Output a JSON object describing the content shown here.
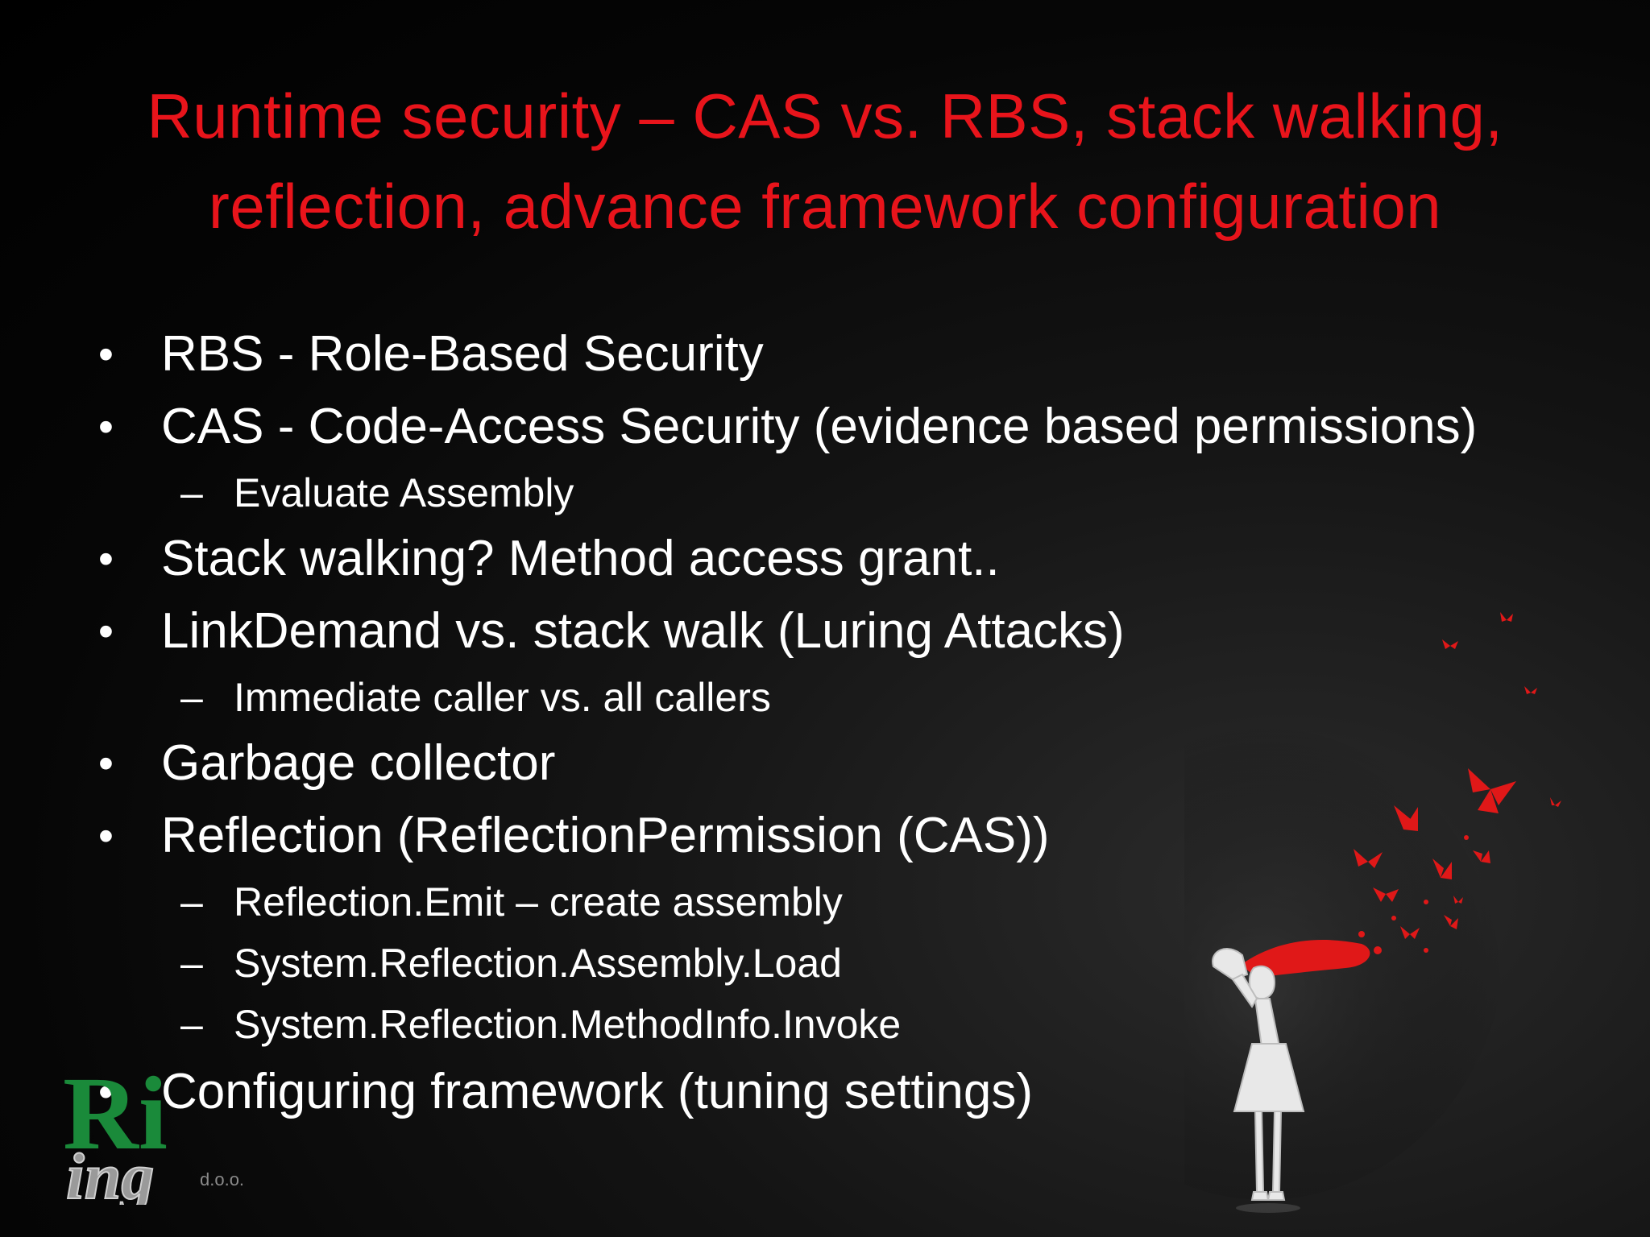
{
  "slide": {
    "title_lines": [
      "Runtime security – CAS vs. RBS, stack walking,",
      "reflection, advance framework configuration"
    ],
    "bullet_marker": "•",
    "sub_marker": "–",
    "bullets": [
      {
        "level": 1,
        "text": "RBS - Role-Based Security"
      },
      {
        "level": 1,
        "text": "CAS - Code-Access Security (evidence based permissions)"
      },
      {
        "level": 2,
        "text": "Evaluate Assembly"
      },
      {
        "level": 1,
        "text": "Stack walking? Method access grant.."
      },
      {
        "level": 1,
        "text": "LinkDemand vs. stack walk (Luring Attacks)"
      },
      {
        "level": 2,
        "text": "Immediate caller vs. all callers"
      },
      {
        "level": 1,
        "text": "Garbage collector"
      },
      {
        "level": 1,
        "text": "Reflection (ReflectionPermission (CAS))"
      },
      {
        "level": 2,
        "text": "Reflection.Emit – create assembly"
      },
      {
        "level": 2,
        "text": "System.Reflection.Assembly.Load"
      },
      {
        "level": 2,
        "text": "System.Reflection.MethodInfo.Invoke"
      },
      {
        "level": 1,
        "text": "Configuring framework (tuning settings)"
      }
    ],
    "logo": {
      "text": "Ri",
      "script_text": "ing",
      "suffix": "d.o.o.",
      "colors": {
        "green": "#1a8a3a",
        "gray": "#9a9a9a"
      }
    },
    "colors": {
      "title": "#e8141b",
      "text": "#ffffff",
      "background": "#000000",
      "accent": "#e01818"
    },
    "icons": [
      "butterfly-icon",
      "girl-silhouette-icon"
    ]
  }
}
